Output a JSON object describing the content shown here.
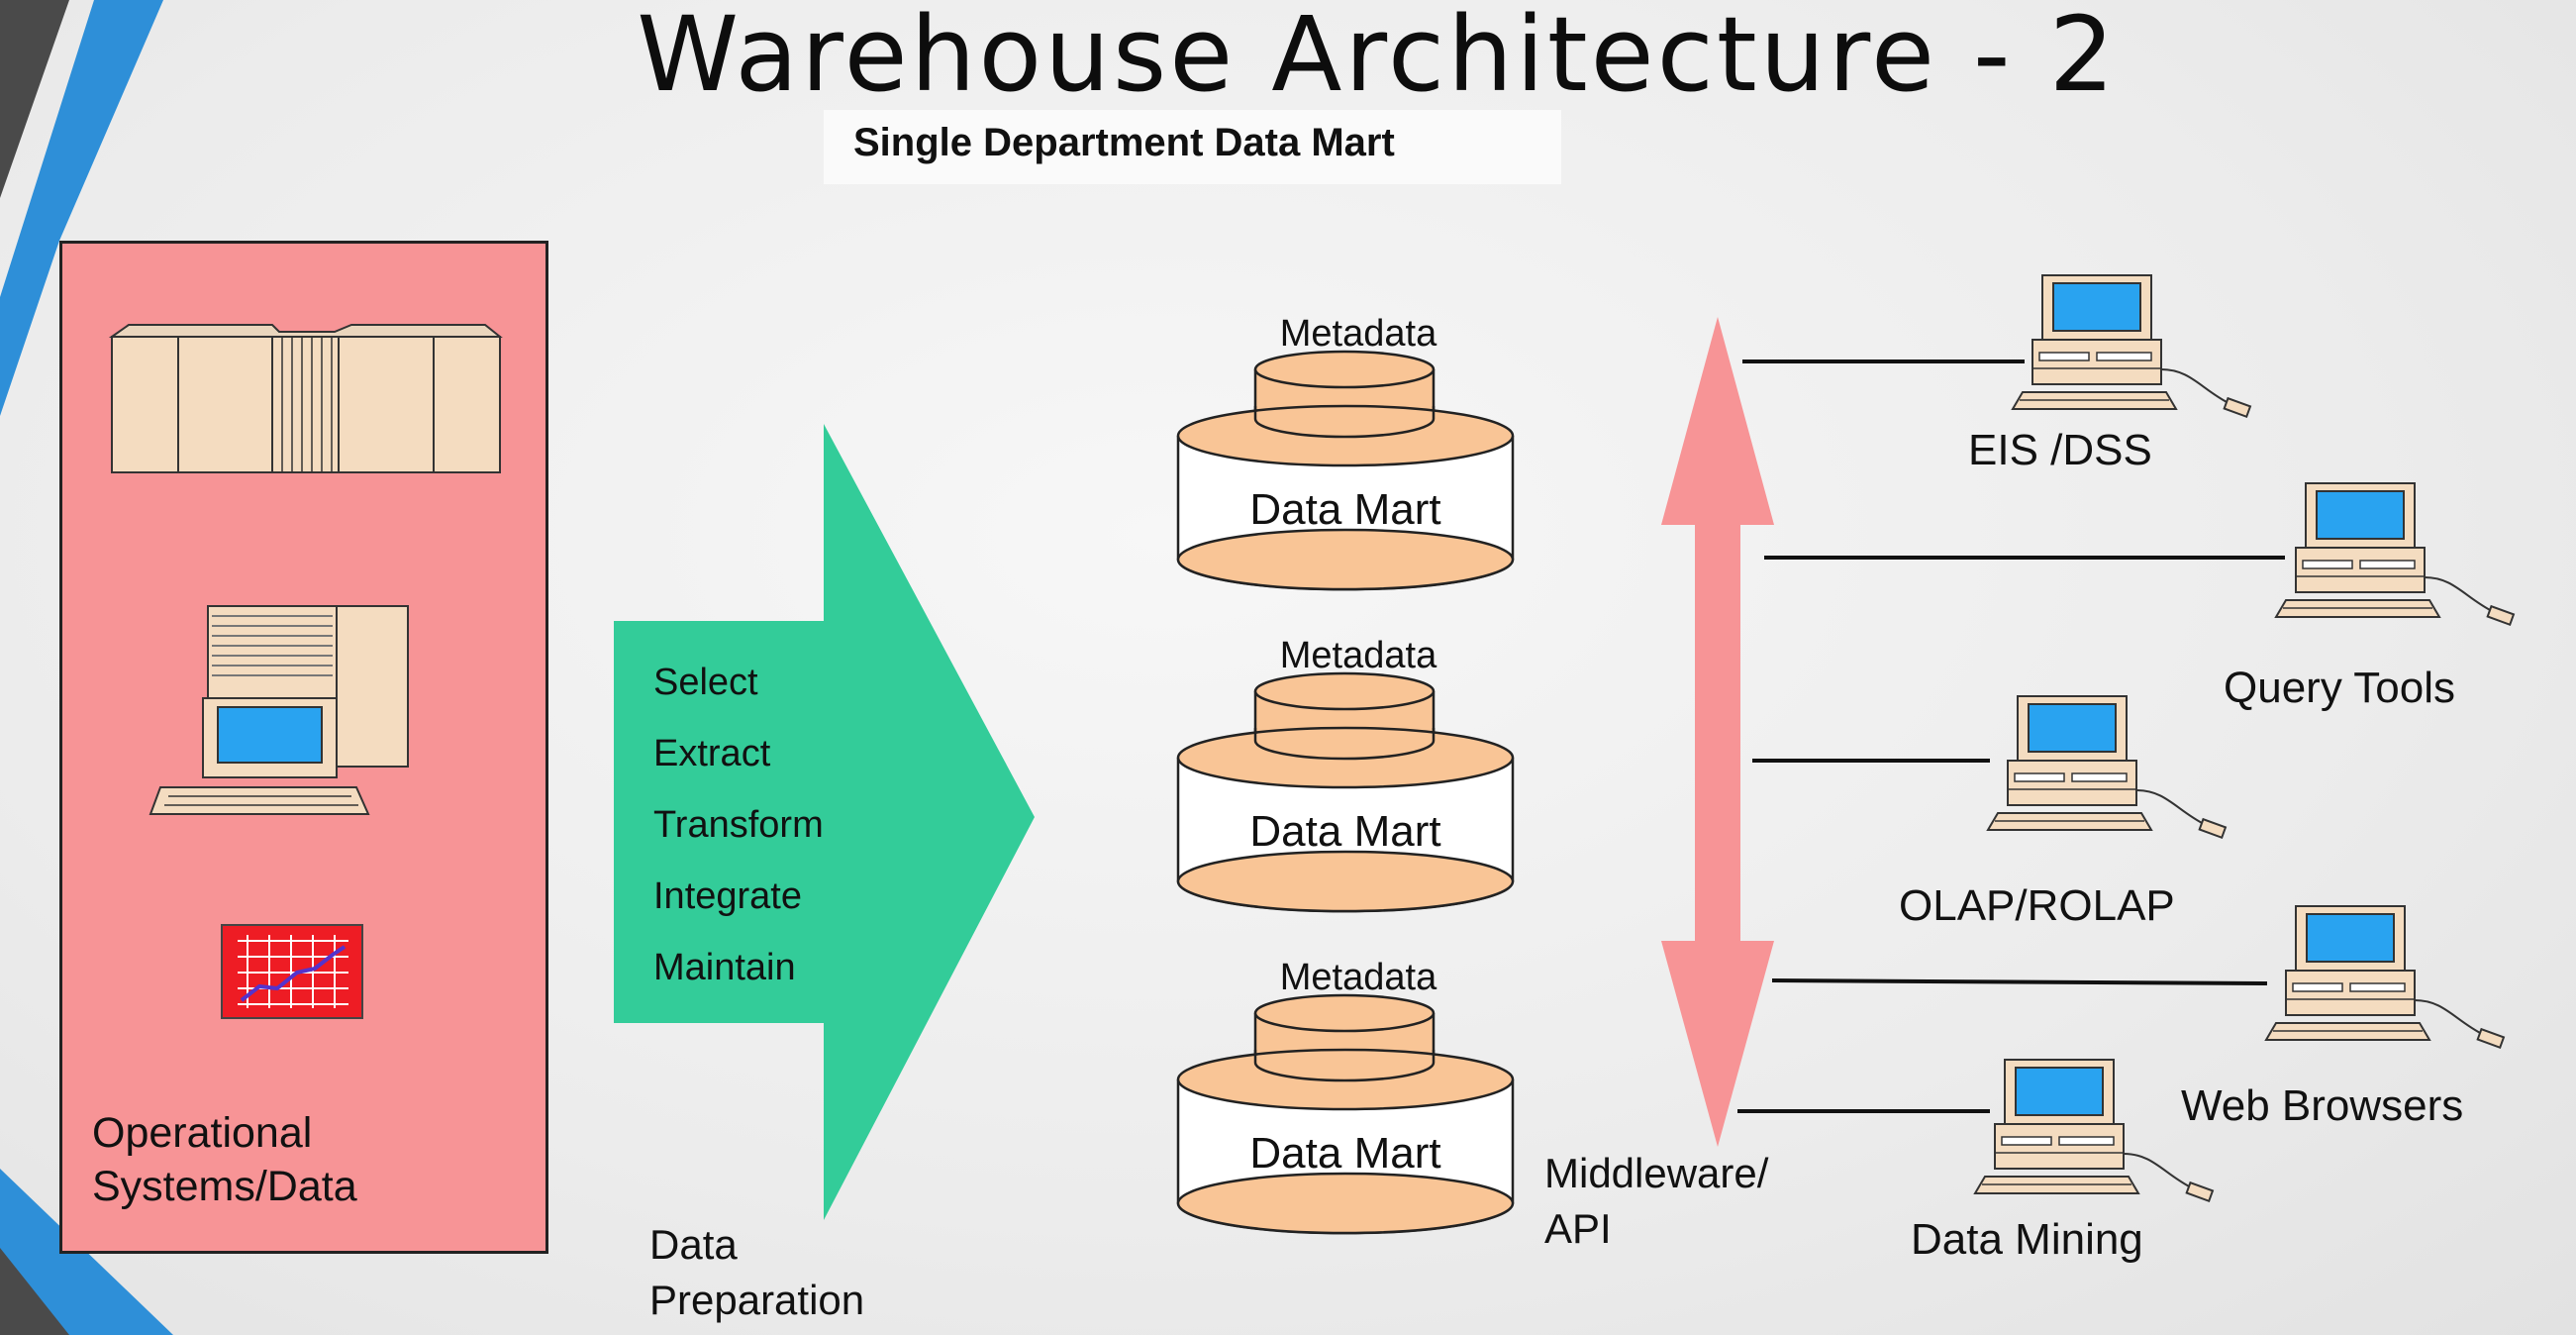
{
  "title": "Warehouse Architecture - 2",
  "subtitle": "Single Department Data Mart",
  "operational": {
    "label_line1": "Operational",
    "label_line2": "Systems/Data"
  },
  "preparation": {
    "steps": [
      "Select",
      "Extract",
      "Transform",
      "Integrate",
      "Maintain"
    ],
    "label_line1": "Data",
    "label_line2": "Preparation"
  },
  "marts": [
    {
      "metadata": "Metadata",
      "label": "Data Mart"
    },
    {
      "metadata": "Metadata",
      "label": "Data Mart"
    },
    {
      "metadata": "Metadata",
      "label": "Data Mart"
    }
  ],
  "middleware": {
    "line1": "Middleware/",
    "line2": "API"
  },
  "tools": [
    "EIS /DSS",
    "Query Tools",
    "OLAP/ROLAP",
    "Web Browsers",
    "Data Mining"
  ],
  "colors": {
    "ops_panel": "#f79496",
    "prep_arrow": "#33cc99",
    "cylinder": "#f9c596",
    "double_arrow": "#f79496",
    "monitor_screen": "#29a3f0"
  }
}
